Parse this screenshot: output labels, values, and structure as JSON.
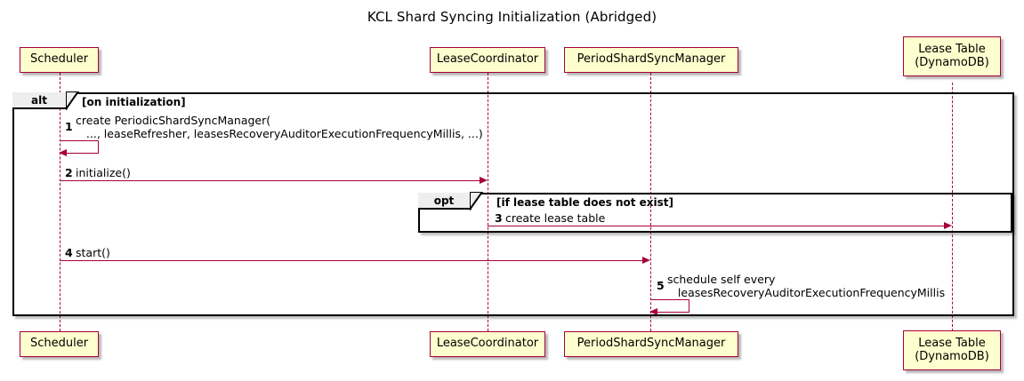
{
  "diagram": {
    "title": "KCL Shard Syncing Initialization (Abridged)",
    "type": "sequence-diagram",
    "colors": {
      "participant_fill": "#FEFECE",
      "participant_border": "#A80036",
      "arrow": "#A80036",
      "frame_border": "#000000",
      "frame_tab_fill": "#EEEEEE",
      "text": "#000000"
    }
  },
  "participants": [
    {
      "id": "scheduler",
      "label": "Scheduler"
    },
    {
      "id": "leasecoord",
      "label": "LeaseCoordinator"
    },
    {
      "id": "periodsync",
      "label": "PeriodShardSyncManager"
    },
    {
      "id": "leasetable",
      "label": "Lease Table\n(DynamoDB)"
    }
  ],
  "fragments": [
    {
      "id": "alt-frame",
      "operator": "alt",
      "condition": "[on initialization]"
    },
    {
      "id": "opt-frame",
      "operator": "opt",
      "condition": "[if lease table does not exist]"
    }
  ],
  "messages": [
    {
      "number": "1",
      "text": "create PeriodicShardSyncManager(\n   ..., leaseRefresher, leasesRecoveryAuditorExecutionFrequencyMillis, ...)",
      "from": "scheduler",
      "to": "scheduler",
      "self": true
    },
    {
      "number": "2",
      "text": "initialize()",
      "from": "scheduler",
      "to": "leasecoord",
      "self": false
    },
    {
      "number": "3",
      "text": "create lease table",
      "from": "leasecoord",
      "to": "leasetable",
      "self": false
    },
    {
      "number": "4",
      "text": "start()",
      "from": "scheduler",
      "to": "periodsync",
      "self": false
    },
    {
      "number": "5",
      "text": "schedule self every\n   leasesRecoveryAuditorExecutionFrequencyMillis",
      "from": "periodsync",
      "to": "periodsync",
      "self": true
    }
  ]
}
